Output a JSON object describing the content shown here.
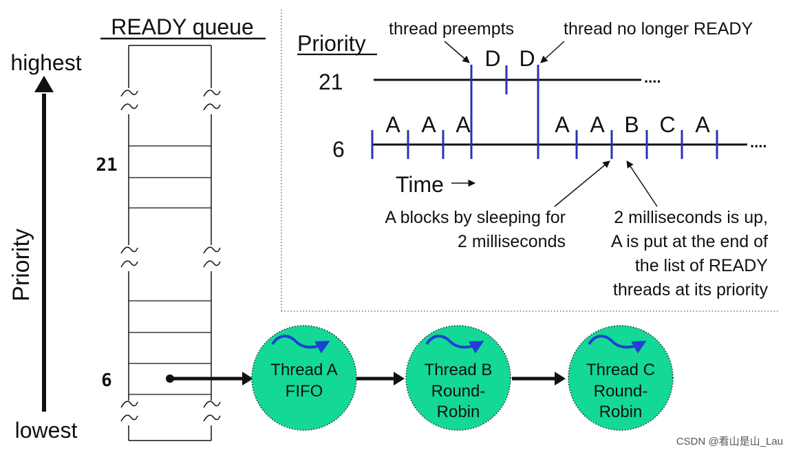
{
  "queue": {
    "title": "READY queue",
    "priority_21": "21",
    "priority_6": "6"
  },
  "axis": {
    "top_label": "highest",
    "bottom_label": "lowest",
    "side_label": "Priority"
  },
  "timeline": {
    "title": "Priority",
    "row_21_label": "21",
    "row_6_label": "6",
    "time_label": "Time",
    "d_letters": [
      "D",
      "D"
    ],
    "a_letters_top": [
      "A",
      "A",
      "A",
      "A",
      "A",
      "B",
      "C",
      "A"
    ]
  },
  "annotations": {
    "preempts": "thread preempts",
    "no_longer_ready": "thread no longer READY",
    "blocks_line1": "A blocks by sleeping for",
    "blocks_line2": "2 milliseconds",
    "up_line1": "2 milliseconds is up,",
    "up_line2": "A is put at the end of",
    "up_line3": "the list of READY",
    "up_line4": "threads at its priority"
  },
  "threads": [
    {
      "line1": "Thread A",
      "line2": "FIFO",
      "line3": ""
    },
    {
      "line1": "Thread B",
      "line2": "Round-",
      "line3": "Robin"
    },
    {
      "line1": "Thread C",
      "line2": "Round-",
      "line3": "Robin"
    }
  ],
  "colors": {
    "thread_fill": "#13d896",
    "tick_blue": "#2b2fb5",
    "wave_blue": "#1f3fd6",
    "ink": "#111111"
  },
  "watermark": "CSDN @看山是山_Lau"
}
